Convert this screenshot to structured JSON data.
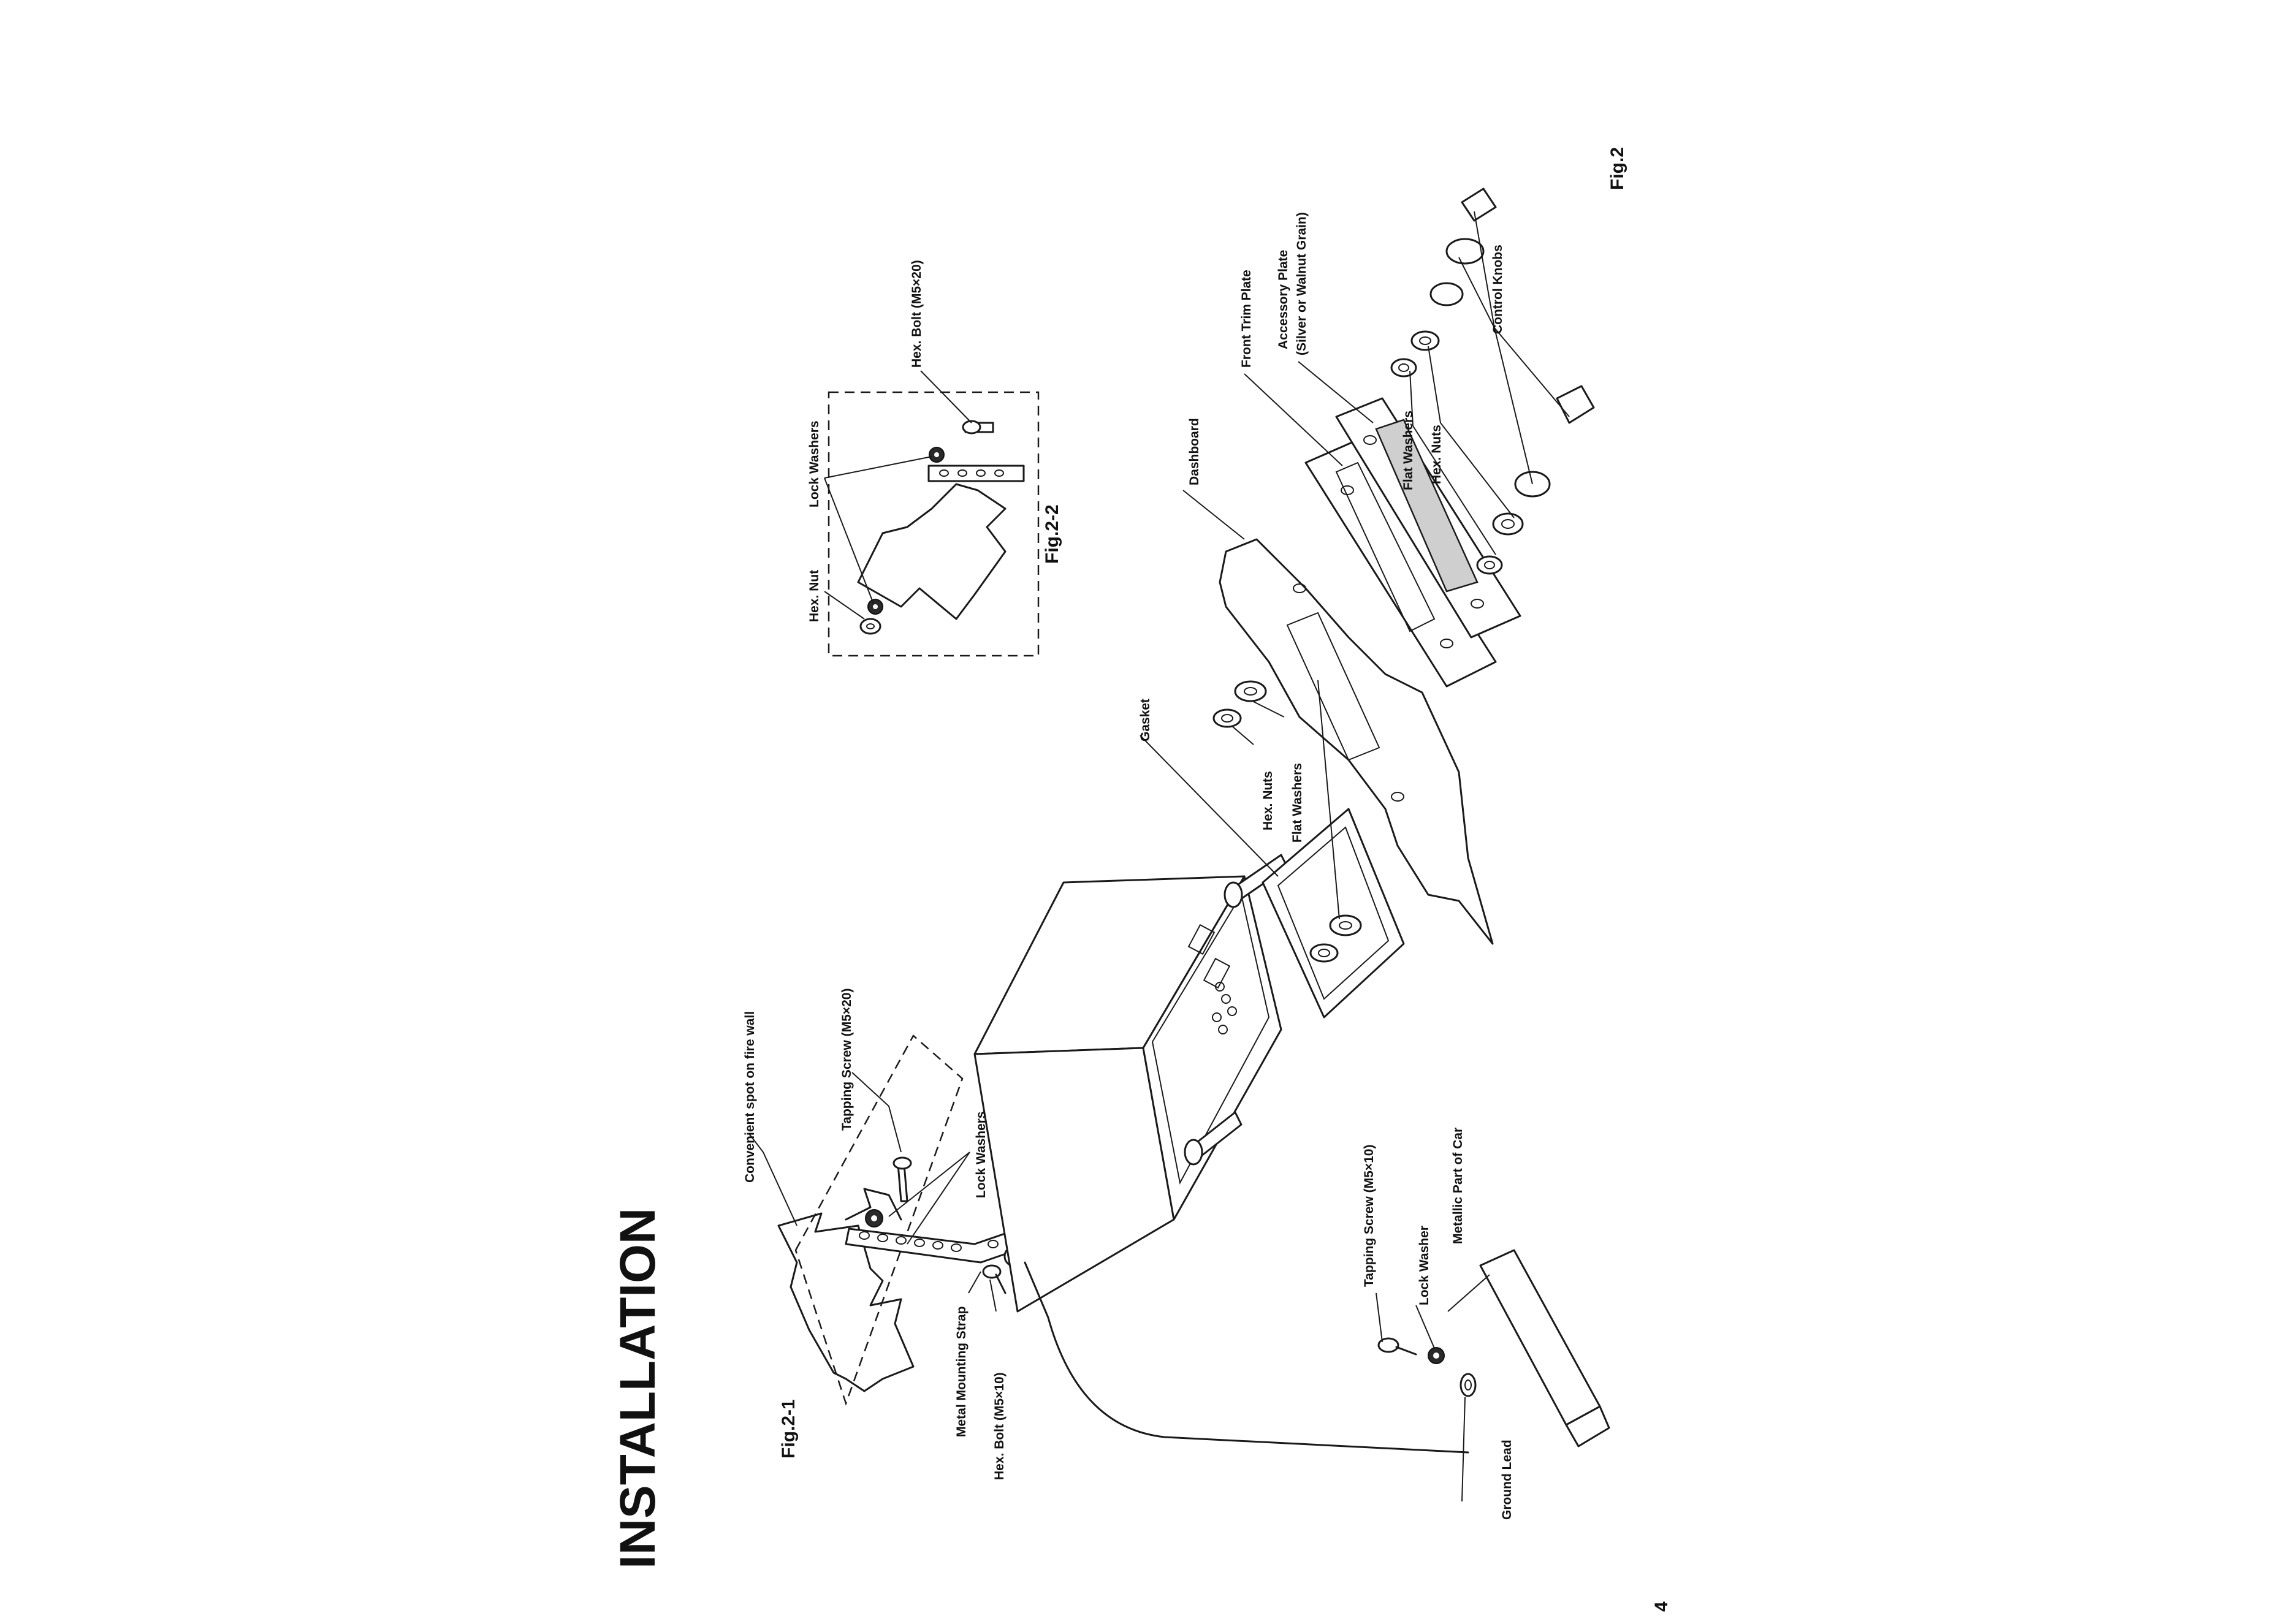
{
  "page": {
    "title": "INSTALLATION",
    "page_number": "4",
    "figure_main": "Fig.2",
    "figure_sub1": "Fig.2-1",
    "figure_sub2": "Fig.2-2"
  },
  "labels": {
    "convenient_spot": "Convenient spot on fire wall",
    "tapping_screw_m5x20": "Tapping Screw (M5×20)",
    "lock_washers_strap": "Lock Washers",
    "metal_mounting_strap": "Metal Mounting Strap",
    "hex_bolt_m5x10": "Hex. Bolt (M5×10)",
    "tapping_screw_m5x10": "Tapping Screw (M5×10)",
    "lock_washer": "Lock Washer",
    "metallic_part": "Metallic Part of Car",
    "ground_lead": "Ground Lead",
    "gasket": "Gasket",
    "hex_nuts_left": "Hex. Nuts",
    "flat_washers_left": "Flat Washers",
    "dashboard": "Dashboard",
    "front_trim_plate": "Front Trim Plate",
    "accessory_plate": "Accessory Plate",
    "accessory_plate_finish": "(Silver or Walnut Grain)",
    "flat_washers_right": "Flat Washers",
    "hex_nuts_right": "Hex. Nuts",
    "control_knobs": "Control Knobs",
    "hex_nut": "Hex. Nut",
    "lock_washers_fig22": "Lock Washers",
    "hex_bolt_m5x20": "Hex. Bolt (M5×20)"
  }
}
